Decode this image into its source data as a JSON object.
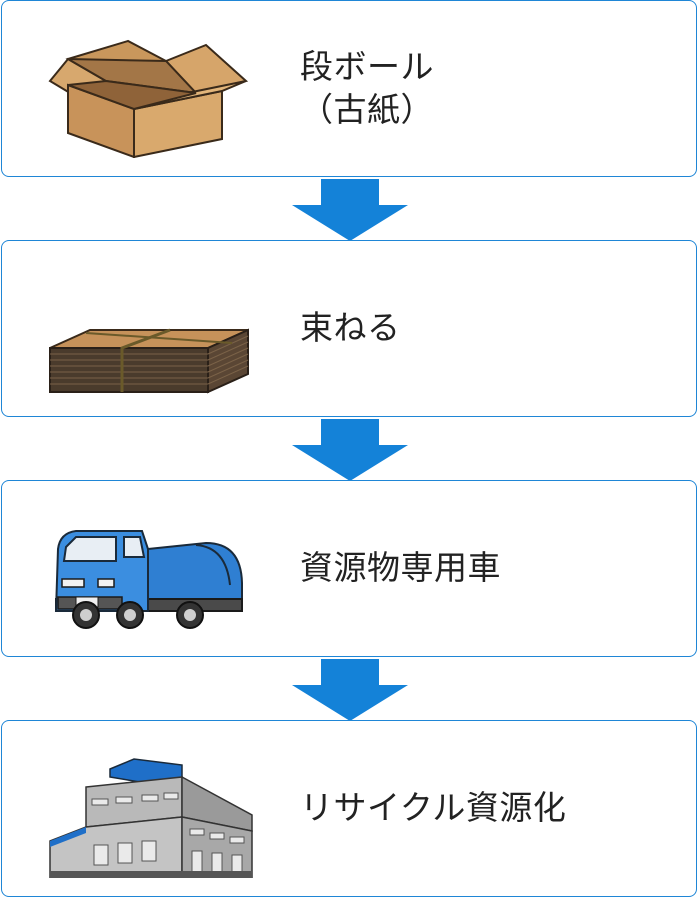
{
  "steps": [
    {
      "icon": "cardboard-box-icon",
      "lines": [
        "段ボール",
        "（古紙）"
      ]
    },
    {
      "icon": "bundled-cardboard-icon",
      "lines": [
        "束ねる"
      ]
    },
    {
      "icon": "garbage-truck-icon",
      "lines": [
        "資源物専用車"
      ]
    },
    {
      "icon": "recycling-factory-icon",
      "lines": [
        "リサイクル資源化"
      ]
    }
  ],
  "colors": {
    "border": "#1f86d6",
    "arrow": "#1482d8",
    "text": "#222222"
  }
}
